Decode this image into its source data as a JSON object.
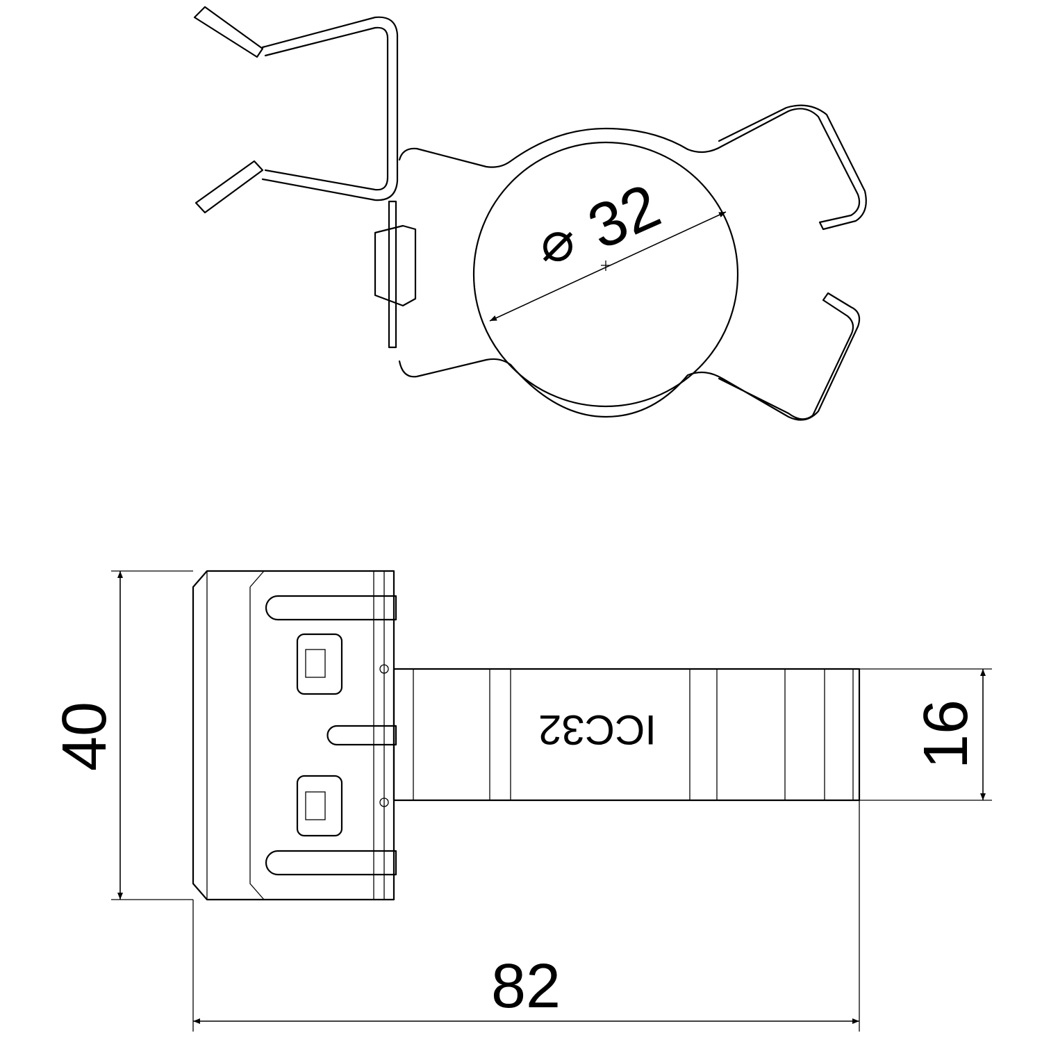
{
  "drawing": {
    "top_view": {
      "diameter_symbol": "⌀",
      "diameter_value": "32"
    },
    "side_view": {
      "height_value": "40",
      "tube_height_value": "16",
      "length_value": "82",
      "part_marking": "ICC32"
    }
  }
}
